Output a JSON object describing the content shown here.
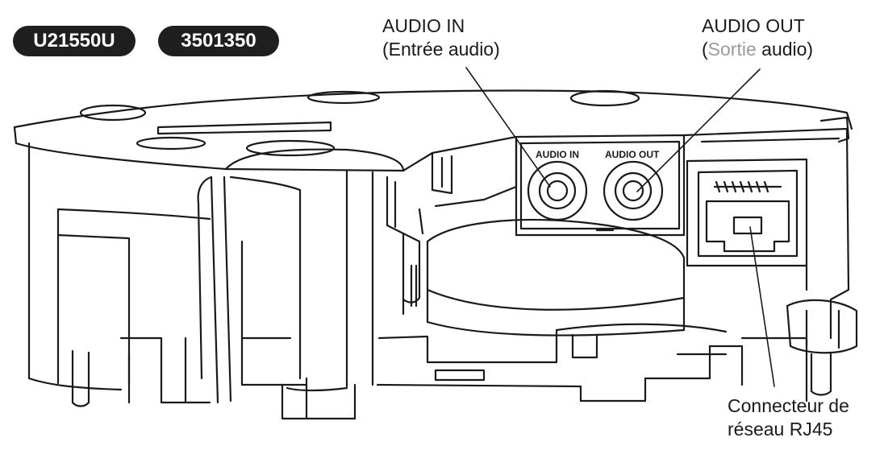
{
  "model_badges": [
    "U21550U",
    "3501350"
  ],
  "callouts": {
    "audio_in": {
      "line1": "AUDIO IN",
      "line2": "(Entrée audio)"
    },
    "audio_out": {
      "line1": "AUDIO OUT",
      "line2_open": "(",
      "line2_grey": "Sortie",
      "line2_rest": " audio)"
    },
    "rj45": {
      "line1": "Connecteur de",
      "line2": "réseau RJ45"
    }
  },
  "port_labels": {
    "audio_in": "AUDIO IN",
    "audio_out": "AUDIO OUT"
  },
  "colors": {
    "badge": "#1f1f1f",
    "line": "#1a1a1a",
    "accent_grey": "#9a9a9a"
  }
}
